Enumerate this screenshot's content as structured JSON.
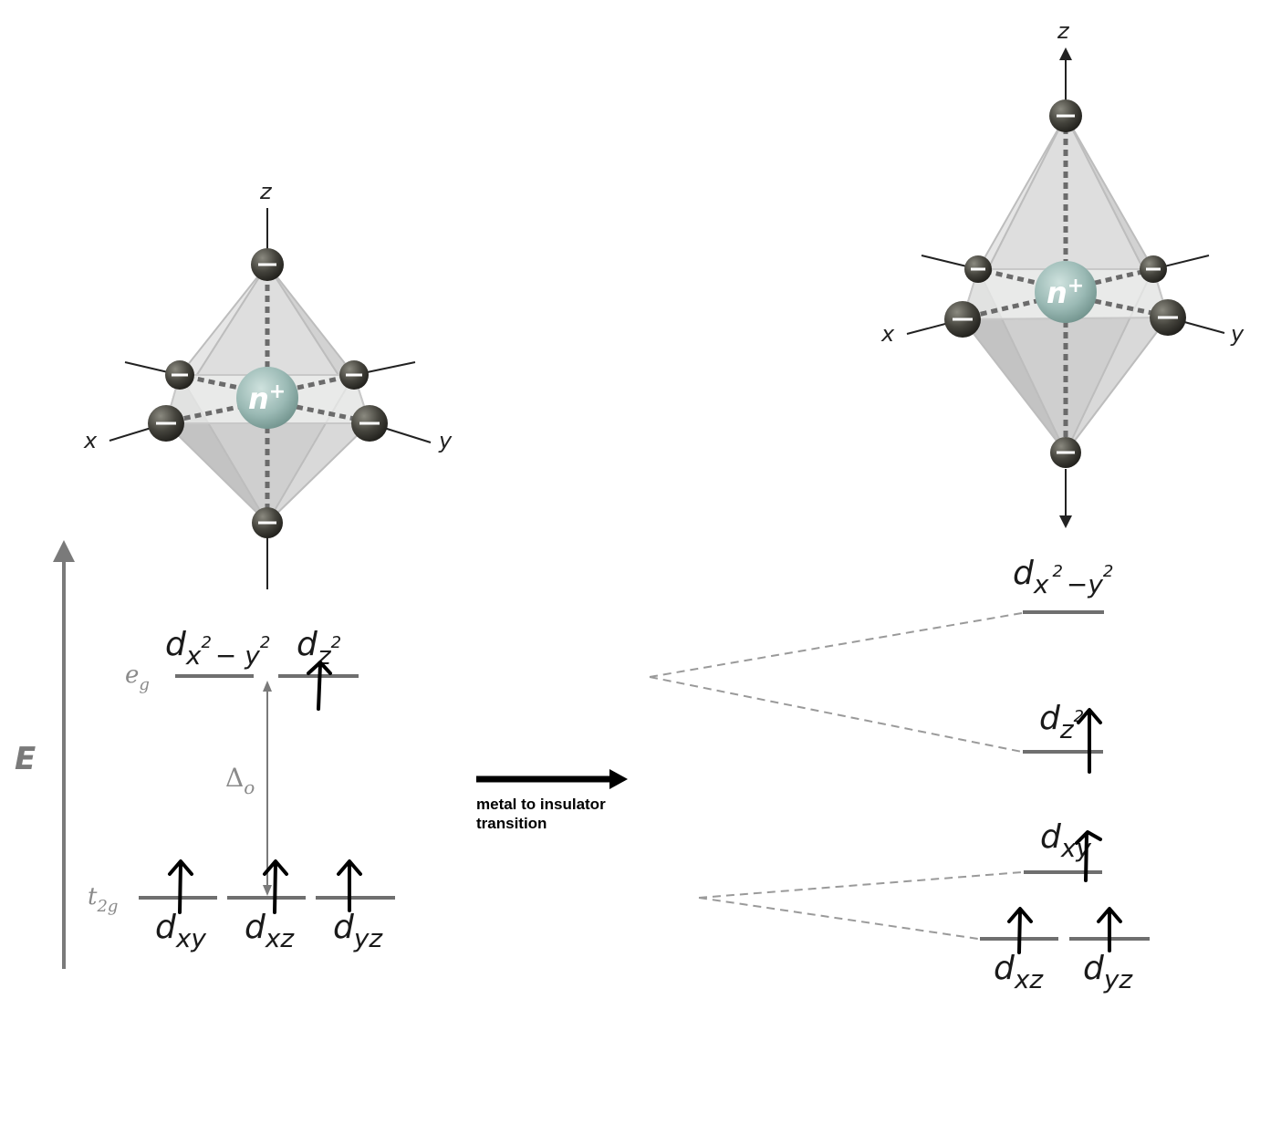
{
  "left": {
    "axes": {
      "z": "z",
      "x": "x",
      "y": "y"
    },
    "center": "n",
    "center_sup": "+",
    "ligand_sign": "−",
    "energy_label": "E",
    "eg": {
      "main": "e",
      "sub": "g"
    },
    "t2g": {
      "main": "t",
      "sub": "2g"
    },
    "delta": {
      "main": "Δ",
      "sub": "o"
    },
    "orbitals": {
      "dx2y2": {
        "main": "d",
        "sub": "x",
        "sup1": "2",
        "mid": "− y",
        "sup2": "2"
      },
      "dz2": {
        "main": "d",
        "sub": "z",
        "sup": "2"
      },
      "dxy": {
        "main": "d",
        "sub": "xy"
      },
      "dxz": {
        "main": "d",
        "sub": "xz"
      },
      "dyz": {
        "main": "d",
        "sub": "yz"
      }
    }
  },
  "right": {
    "axes": {
      "z": "z",
      "x": "x",
      "y": "y"
    },
    "center": "n",
    "center_sup": "+",
    "ligand_sign": "−",
    "orbitals": {
      "dx2y2": {
        "main": "d",
        "sub": "x",
        "sup1": "2",
        "mid": "−y",
        "sup2": "2"
      },
      "dz2": {
        "main": "d",
        "sub": "z",
        "sup": "2"
      },
      "dxy": {
        "main": "d",
        "sub": "xy"
      },
      "dxz": {
        "main": "d",
        "sub": "xz"
      },
      "dyz": {
        "main": "d",
        "sub": "yz"
      }
    }
  },
  "transition": {
    "line1": "metal to insulator",
    "line2": "transition"
  },
  "colors": {
    "level": "#6f6f6f",
    "dash": "#9a9a9a",
    "ligand": "#3b3a34",
    "center": "#9fbdb8",
    "octahedron": "#d4d4d4"
  }
}
